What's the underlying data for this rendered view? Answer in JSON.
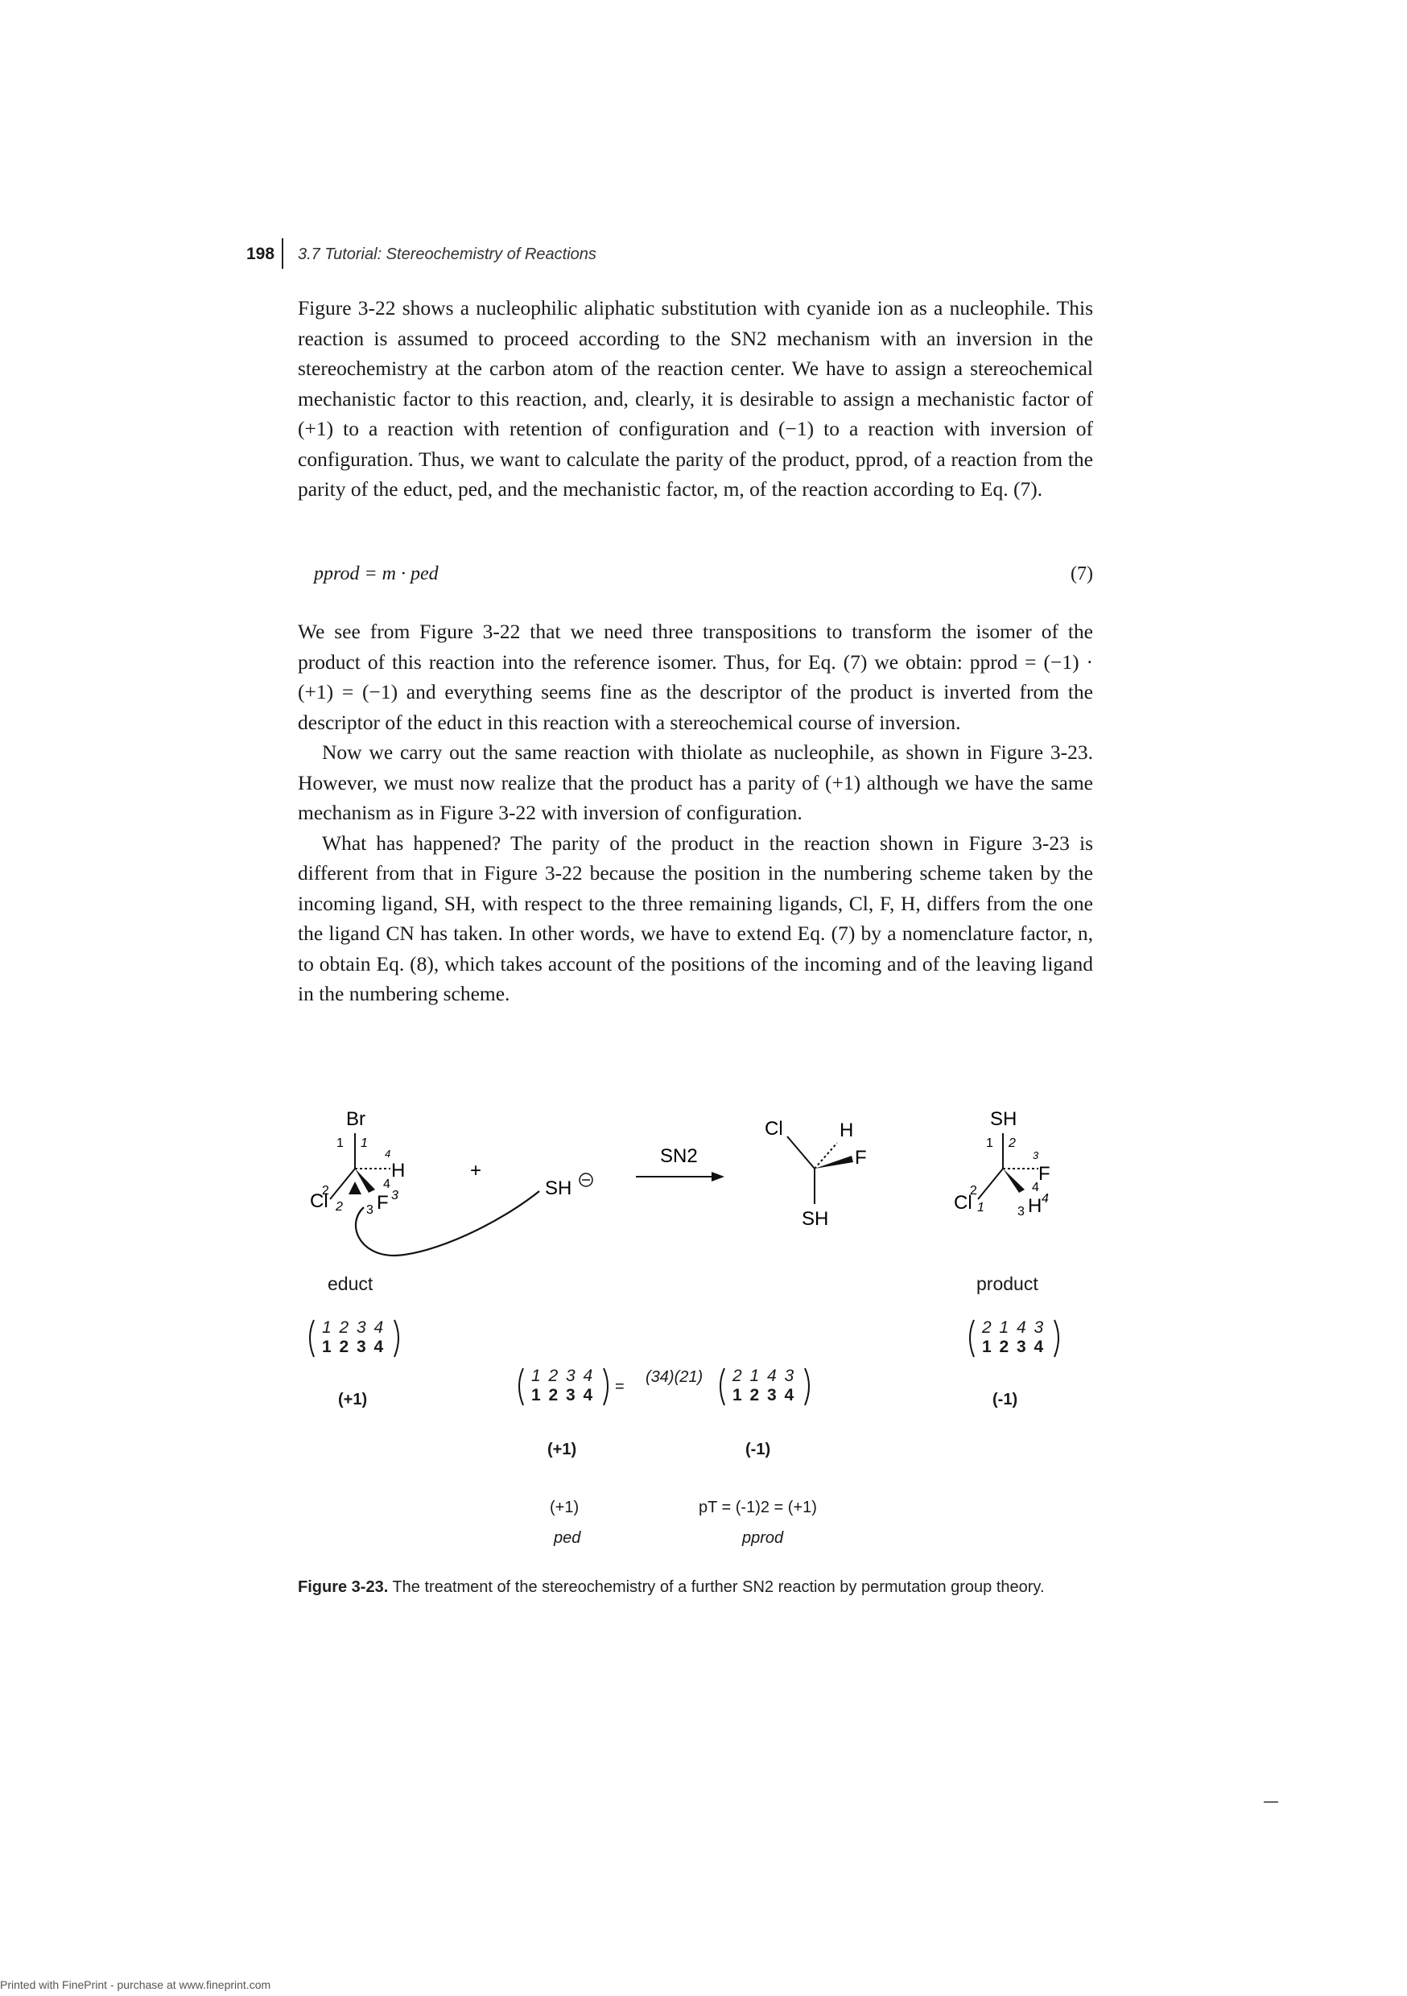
{
  "header": {
    "page_number": "198",
    "running_head": "3.7 Tutorial: Stereochemistry of Reactions"
  },
  "body": {
    "p1": "Figure 3-22 shows a nucleophilic aliphatic substitution with cyanide ion as a nucleophile. This reaction is assumed to proceed according to the SN2 mechanism with an inversion in the stereochemistry at the carbon atom of the reaction center. We have to assign a stereochemical mechanistic factor to this reaction, and, clearly, it is desirable to assign a mechanistic factor of (+1) to a reaction with retention of configuration and (−1) to a reaction with inversion of configuration. Thus, we want to calculate the parity of the product, pprod, of a reaction from the parity of the educt, ped, and the mechanistic factor, m, of the reaction according to Eq. (7).",
    "equation": "pprod = m · ped",
    "equation_number": "(7)",
    "p2": "We see from Figure 3-22 that we need three transpositions to transform the isomer of the product of this reaction into the reference isomer. Thus, for Eq. (7) we obtain: pprod = (−1) · (+1) = (−1) and everything seems fine as the descriptor of the product is inverted from the descriptor of the educt in this reaction with a stereochemical course of inversion.",
    "p3": "Now we carry out the same reaction with thiolate as nucleophile, as shown in Figure 3-23. However, we must now realize that the product has a parity of (+1) although we have the same mechanism as in Figure 3-22 with inversion of configuration.",
    "p4": "What has happened? The parity of the product in the reaction shown in Figure 3-23 is different from that in Figure 3-22 because the position in the numbering scheme taken by the incoming ligand, SH, with respect to the three remaining ligands, Cl, F, H, differs from the one the ligand CN has taken. In other words, we have to extend Eq. (7) by a nomenclature factor, n, to obtain Eq. (8), which takes account of the positions of the incoming and of the leaving ligand in the numbering scheme."
  },
  "figure": {
    "educt_label": "educt",
    "product_label": "product",
    "reagent": "SH",
    "plus": "+",
    "arrow_label": "SN2",
    "educt_atoms": {
      "top": "Br",
      "right": "H",
      "left": "Cl",
      "bottom": "F"
    },
    "middle_atoms": {
      "cl": "Cl",
      "h": "H",
      "f": "F",
      "sh": "SH"
    },
    "product_atoms": {
      "top": "SH",
      "right": "F",
      "left": "Cl",
      "bottom": "H"
    },
    "educt_perm": {
      "top": "1 2 3 4",
      "bottom": "1 2 3 4",
      "parity": "(+1)"
    },
    "middle_perm": {
      "top": "1 2 3 4",
      "bottom": "1 2 3 4",
      "parity": "(+1)",
      "cycles": "(34)(21)"
    },
    "right_perm": {
      "top": "2 1 4 3",
      "bottom": "1 2 3 4",
      "parity": "(-1)"
    },
    "product_perm": {
      "top": "2 1 4 3",
      "bottom": "1 2 3 4",
      "parity": "(-1)"
    },
    "bottom_row": {
      "left_value": "(+1)",
      "left_label": "ped",
      "right_value": "pT = (-1)2 = (+1)",
      "right_label": "pprod"
    },
    "caption_label": "Figure 3-23.",
    "caption_text": "The treatment of the stereochemistry of a further SN2 reaction by permutation group theory."
  },
  "footer": "Printed with FinePrint - purchase at www.fineprint.com"
}
